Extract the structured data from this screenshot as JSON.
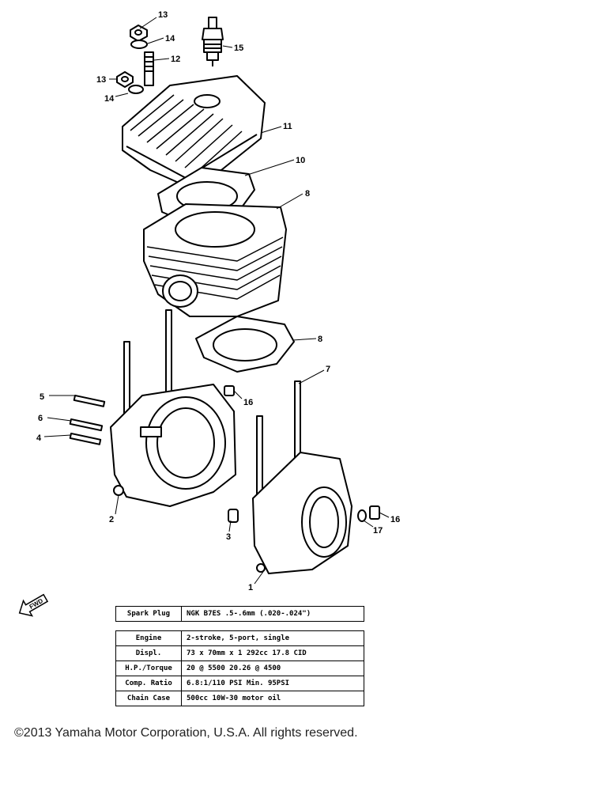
{
  "callouts": {
    "c1": "1",
    "c2": "2",
    "c3": "3",
    "c4": "4",
    "c5": "5",
    "c6": "6",
    "c7": "7",
    "c8a": "8",
    "c8b": "8",
    "c10": "10",
    "c11": "11",
    "c12": "12",
    "c13a": "13",
    "c13b": "13",
    "c14a": "14",
    "c14b": "14",
    "c15": "15",
    "c16a": "16",
    "c16b": "16",
    "c17": "17"
  },
  "fwd_label": "FWD",
  "spark_plug": {
    "label": "Spark Plug",
    "value": "NGK  B7ES       .5-.6mm  (.020-.024\")"
  },
  "specs": [
    {
      "label": "Engine",
      "value": "2-stroke, 5-port, single"
    },
    {
      "label": "Displ.",
      "value": "73 x 70mm x 1   292cc      17.8 CID"
    },
    {
      "label": "H.P./Torque",
      "value": "20 @ 5500    20.26 @ 4500"
    },
    {
      "label": "Comp. Ratio",
      "value": "6.8:1/110 PSI           Min. 95PSI"
    },
    {
      "label": "Chain Case",
      "value": "500cc       10W-30 motor oil"
    }
  ],
  "copyright": "©2013 Yamaha Motor Corporation, U.S.A. All rights reserved."
}
